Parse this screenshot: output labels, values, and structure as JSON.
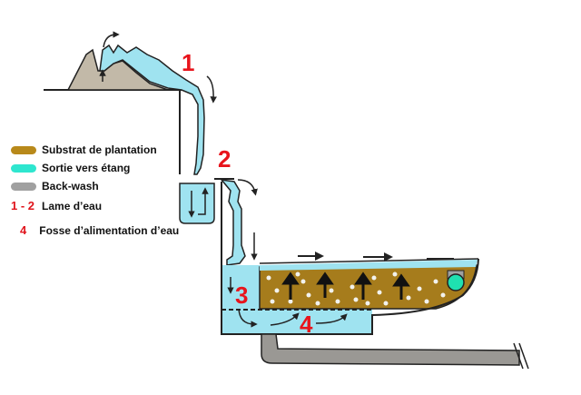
{
  "legend": {
    "items": [
      {
        "key": "substrat",
        "label": "Substrat de plantation",
        "color": "#b8891a"
      },
      {
        "key": "sortie",
        "label": "Sortie vers étang",
        "color": "#2ee6cf"
      },
      {
        "key": "backwash",
        "label": "Back-wash",
        "color": "#a0a0a0"
      },
      {
        "key": "lame",
        "num": "1 - 2",
        "label": "Lame d’eau"
      },
      {
        "key": "fosse",
        "num": "4",
        "label": "Fosse d’alimentation d’eau"
      }
    ]
  },
  "markers": {
    "m1": "1",
    "m2": "2",
    "m3": "3",
    "m4": "4"
  },
  "colors": {
    "water": "#9fe3f0",
    "substrate": "#a67c1c",
    "rock": "#c2b9a8",
    "pipe": "#9a9894",
    "outlet": "#1fe0b0",
    "outline": "#222222",
    "marker": "#e8141c"
  }
}
